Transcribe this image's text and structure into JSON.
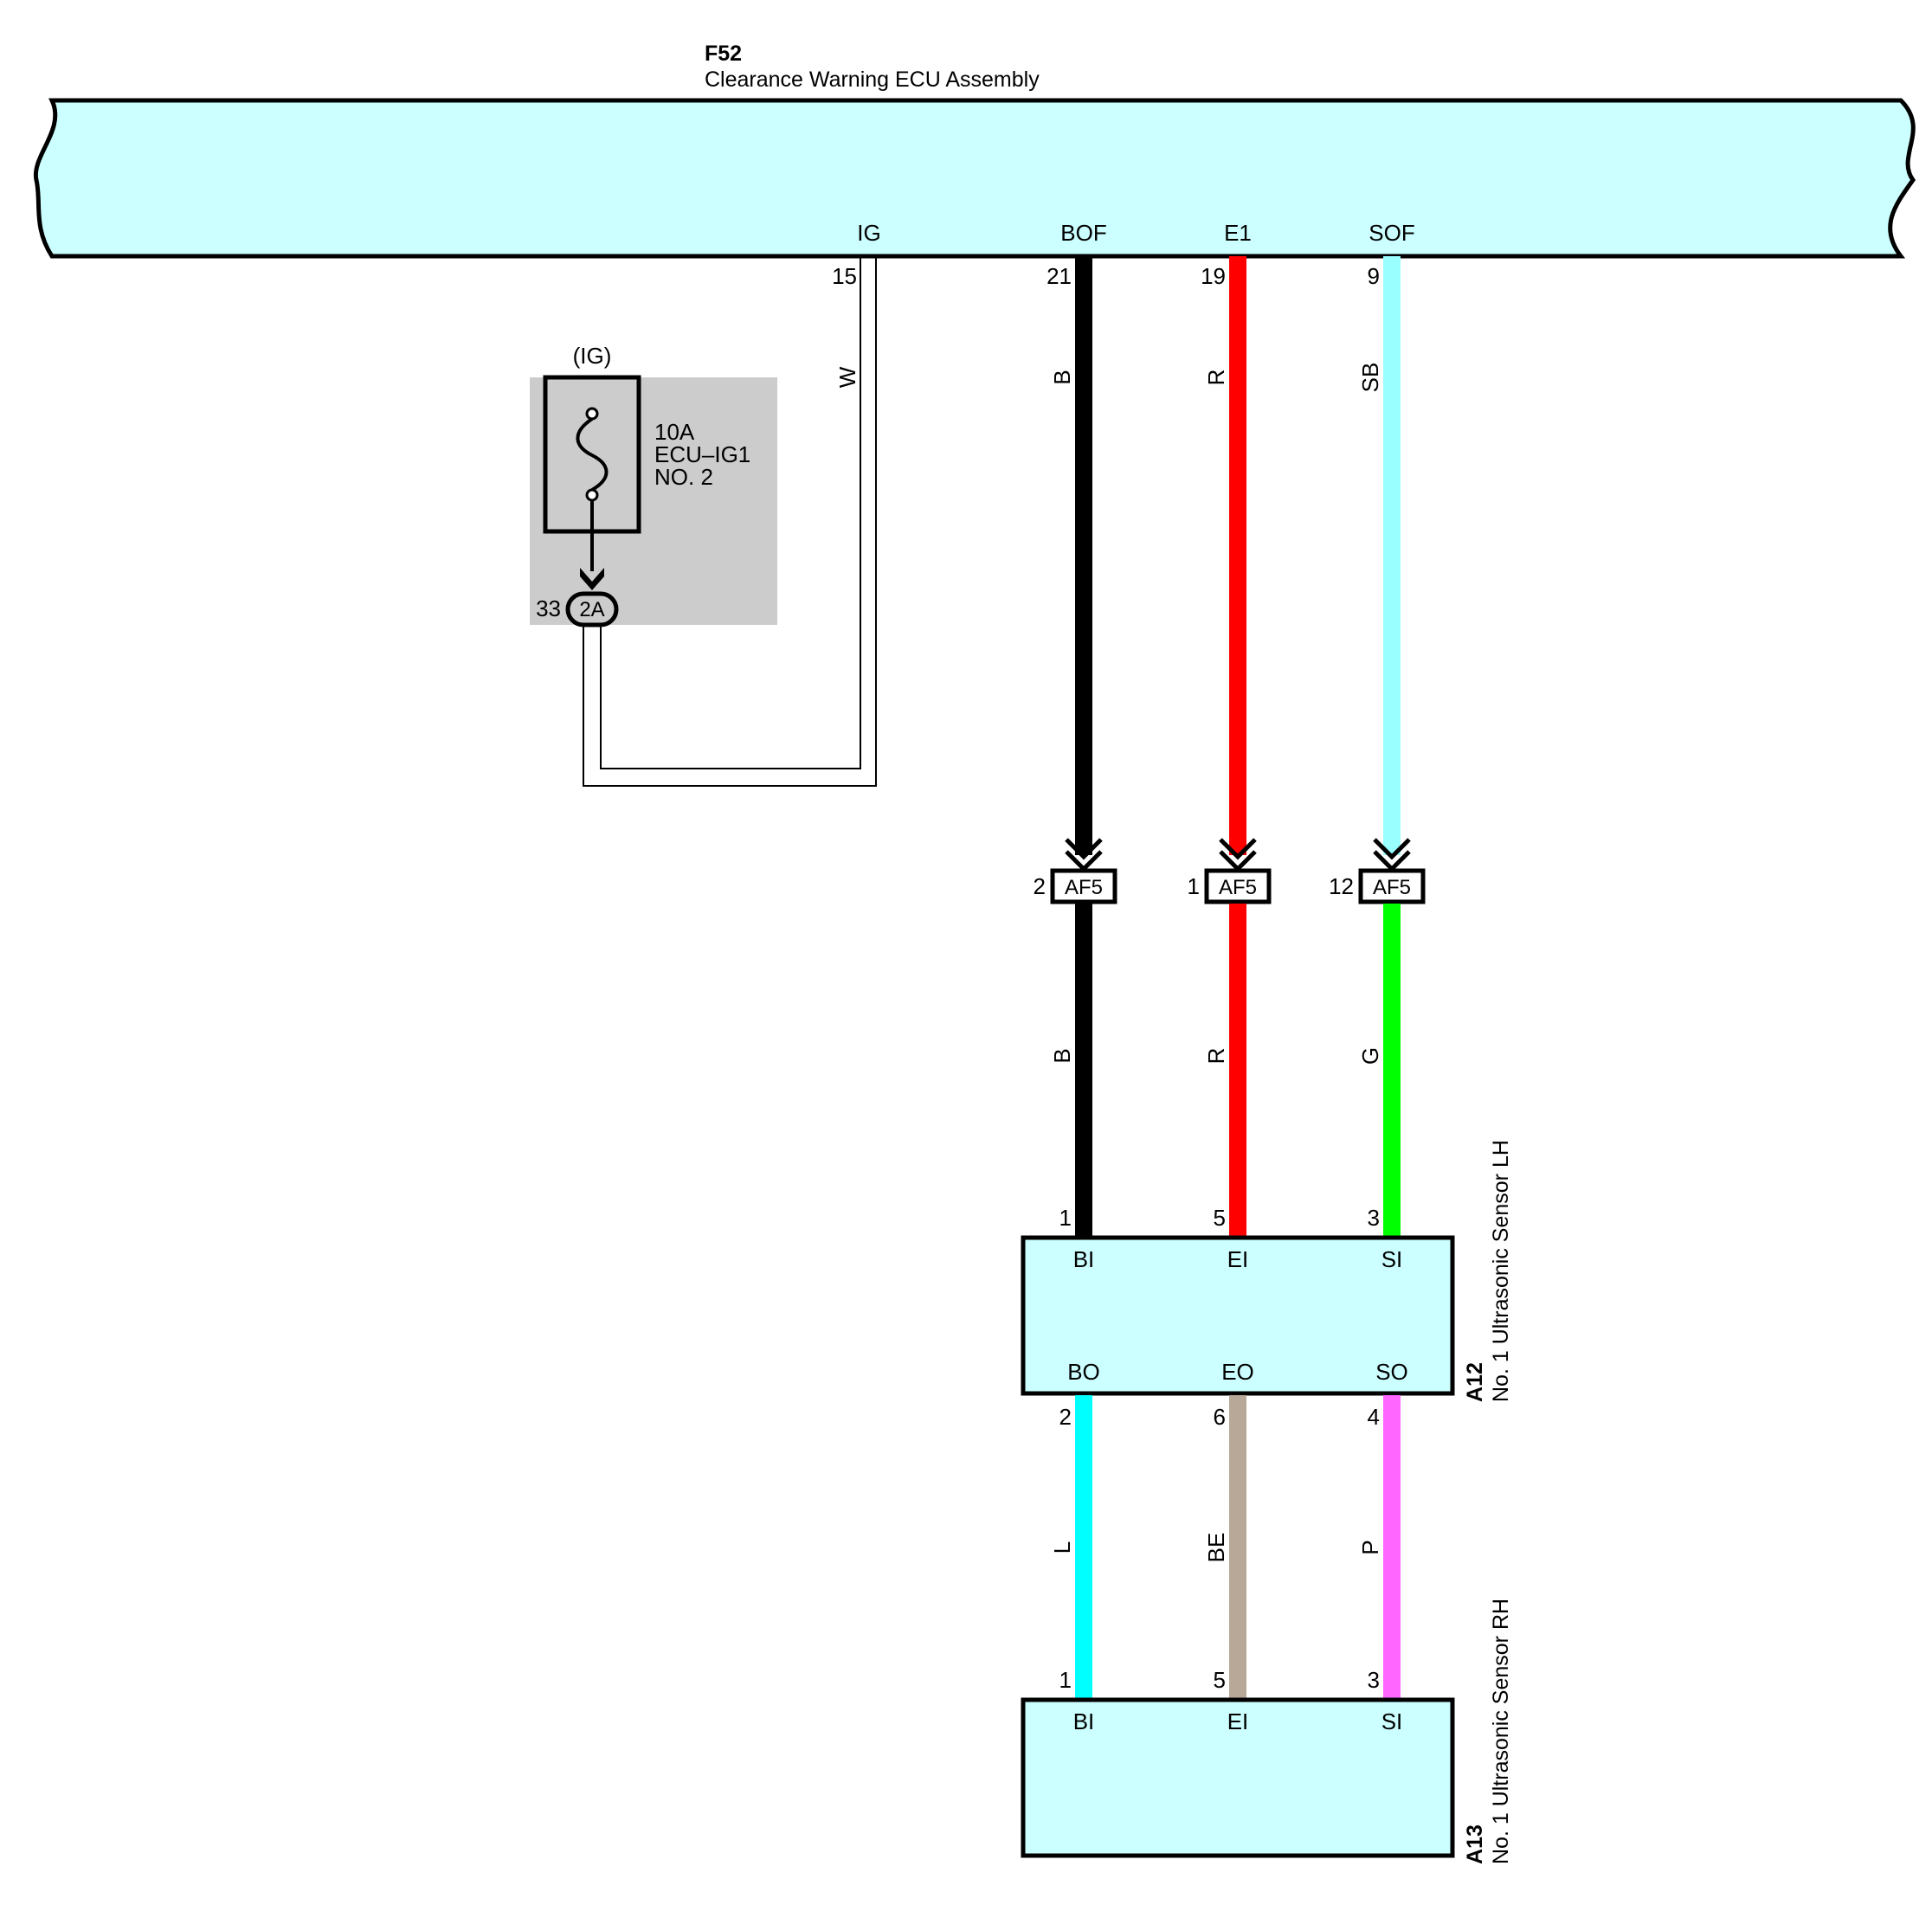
{
  "ecu": {
    "code": "F52",
    "name": "Clearance Warning ECU Assembly",
    "terminals": {
      "ig": {
        "name": "IG",
        "pin": "15",
        "wire_color": "W"
      },
      "bof": {
        "name": "BOF",
        "pin": "21",
        "wire_color": "B"
      },
      "e1": {
        "name": "E1",
        "pin": "19",
        "wire_color": "R"
      },
      "sof": {
        "name": "SOF",
        "pin": "9",
        "wire_color": "SB"
      }
    }
  },
  "fuse": {
    "circuit": "(IG)",
    "rating": "10A",
    "name_line1": "ECU–IG1",
    "name_line2": "NO. 2",
    "junction_label": "2A",
    "junction_pin": "33"
  },
  "connector_af5": {
    "label": "AF5",
    "pins": {
      "b": "2",
      "r": "1",
      "g": "12"
    }
  },
  "mid_wires": {
    "b": "B",
    "r": "R",
    "g": "G"
  },
  "lower_wires": {
    "l": "L",
    "be": "BE",
    "p": "P"
  },
  "sensor_lh": {
    "code": "A12",
    "name": "No.  1 Ultrasonic Sensor LH",
    "in": [
      {
        "name": "BI",
        "pin": "1"
      },
      {
        "name": "EI",
        "pin": "5"
      },
      {
        "name": "SI",
        "pin": "3"
      }
    ],
    "out": [
      {
        "name": "BO",
        "pin": "2"
      },
      {
        "name": "EO",
        "pin": "6"
      },
      {
        "name": "SO",
        "pin": "4"
      }
    ]
  },
  "sensor_rh": {
    "code": "A13",
    "name": "No.  1 Ultrasonic Sensor RH",
    "in": [
      {
        "name": "BI",
        "pin": "1"
      },
      {
        "name": "EI",
        "pin": "5"
      },
      {
        "name": "SI",
        "pin": "3"
      }
    ]
  },
  "colors": {
    "component_fill": "#ccffff",
    "fuse_bg": "#cccccc",
    "wire_black": "#000000",
    "wire_red": "#ff0000",
    "wire_sky_blue": "#99ffff",
    "wire_green": "#00ff00",
    "wire_blue": "#00ffff",
    "wire_beige": "#b8a898",
    "wire_pink": "#ff66ff",
    "wire_white": "#ffffff"
  }
}
